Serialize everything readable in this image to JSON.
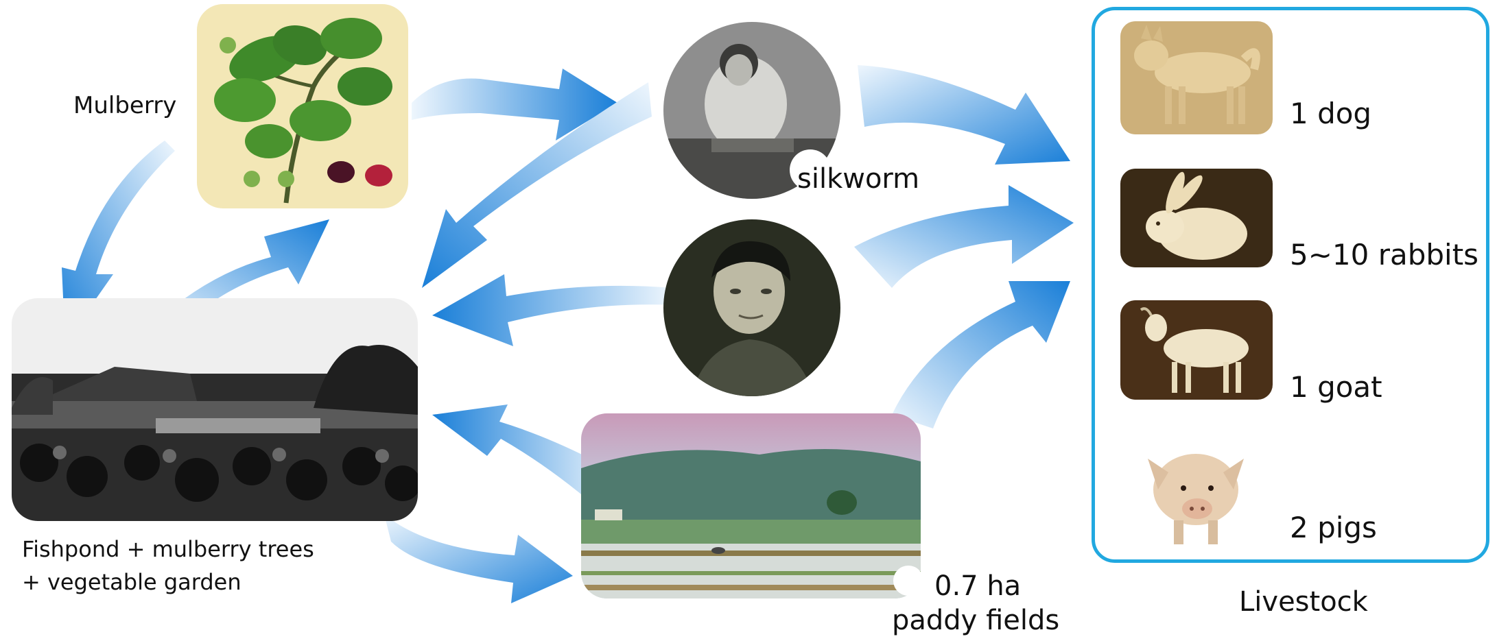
{
  "nodes": {
    "mulberry": {
      "label": "Mulberry"
    },
    "silkworm": {
      "label": "silkworm"
    },
    "fishpond": {
      "label_line1": "Fishpond + mulberry trees",
      "label_line2": "+ vegetable garden"
    },
    "paddy": {
      "label_line1": "0.7 ha",
      "label_line2": "paddy fields"
    }
  },
  "livestock": {
    "title": "Livestock",
    "items": [
      {
        "label": "1 dog",
        "icon": "dog-icon"
      },
      {
        "label": "5~10 rabbits",
        "icon": "rabbit-icon"
      },
      {
        "label": "1 goat",
        "icon": "goat-icon"
      },
      {
        "label": "2 pigs",
        "icon": "pig-icon"
      }
    ]
  },
  "colors": {
    "arrow_dark": "#1a7fd8",
    "arrow_light": "#e8f3fc",
    "box_border": "#21a8e0",
    "sepia": "#b89a64"
  }
}
